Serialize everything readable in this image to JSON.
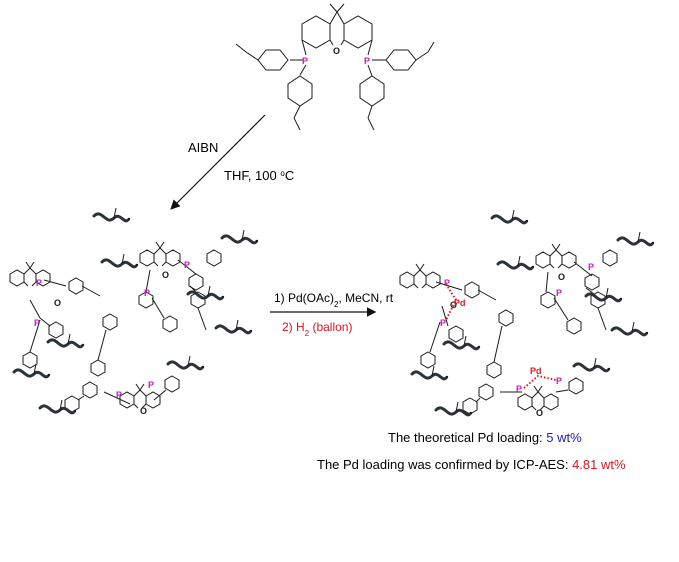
{
  "atoms": {
    "phosphorus": "P",
    "oxygen": "O",
    "palladium": "Pd"
  },
  "arrow1": {
    "reagent": "AIBN",
    "conditions_prefix": "THF, 100 ",
    "conditions_sup": "o",
    "conditions_suffix": "C"
  },
  "arrow2": {
    "step1_prefix": "1) Pd(OAc)",
    "step1_sub": "2",
    "step1_suffix": ", MeCN, rt",
    "step2_prefix": "2) H",
    "step2_sub": "2",
    "step2_suffix": " (ballon)"
  },
  "notes": {
    "theoretical_label": "The theoretical Pd loading: ",
    "theoretical_value": "5 wt%",
    "confirmed_label": "The Pd loading was confirmed by ICP-AES: ",
    "confirmed_value": "4.81 wt%"
  },
  "colors": {
    "phosphorus": "#c020c0",
    "palladium": "#e0141e",
    "blue_value": "#2020c0",
    "chain": "#2a3438"
  }
}
